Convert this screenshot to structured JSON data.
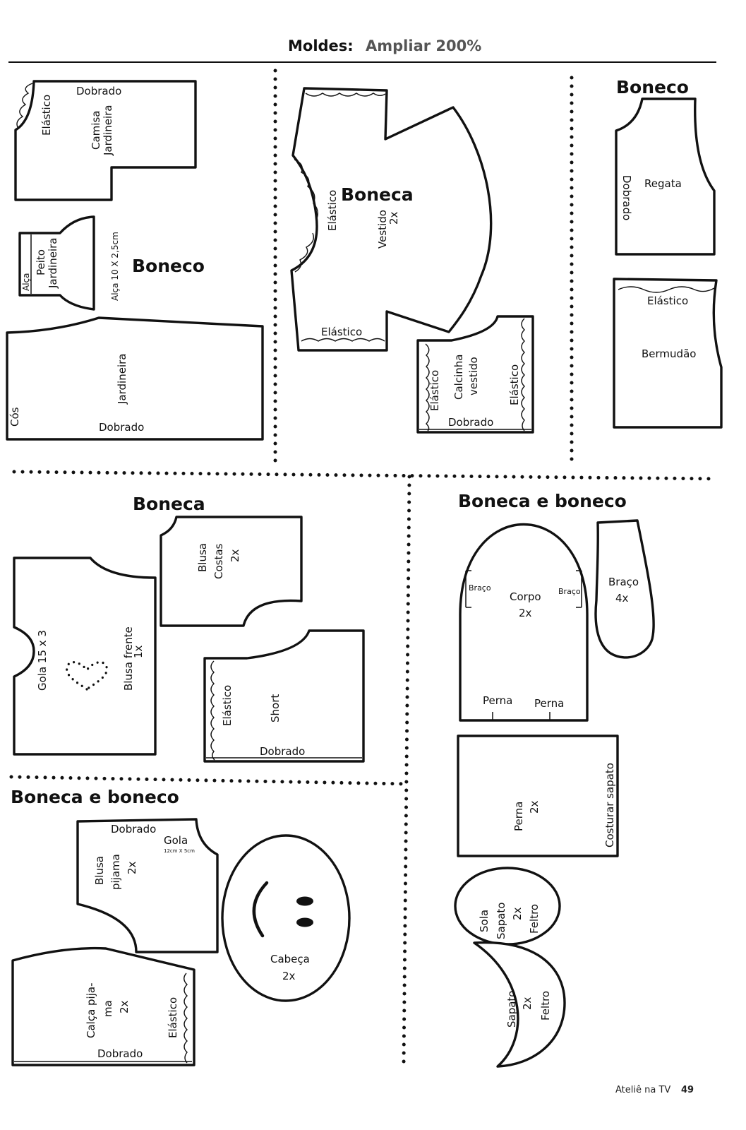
{
  "header": {
    "title": "Moldes:",
    "subtitle": "Ampliar 200%"
  },
  "footer": {
    "magazine": "Ateliê na TV",
    "page": "49"
  },
  "sections": {
    "s1": "Boneco",
    "s2": "Boneca",
    "s3": "Boneco",
    "s4": "Boneca",
    "s5": "Boneca e boneco",
    "s6": "Boneca e boneco"
  },
  "labels": {
    "camisa_dobrado": "Dobrado",
    "camisa_elastico": "Elástico",
    "camisa_name": "Camisa",
    "camisa_name2": "Jardineira",
    "peito_alca": "Alça",
    "peito_name": "Peito",
    "peito_name2": "Jardineira",
    "alca_size": "Alça 10 X 2,5cm",
    "jard_cos": "Cós",
    "jard_name": "Jardineira",
    "jard_dobrado": "Dobrado",
    "vest_elastico_side": "Elástico",
    "vest_name": "Vestido",
    "vest_qty": "2x",
    "vest_elastico_bottom": "Elástico",
    "calc_elastico_left": "Elástico",
    "calc_name": "Calcinha",
    "calc_name2": "vestido",
    "calc_elastico_right": "Elástico",
    "calc_dobrado": "Dobrado",
    "regata_dobrado": "Dobrado",
    "regata_name": "Regata",
    "berm_elastico": "Elástico",
    "berm_name": "Bermudão",
    "costas_name": "Blusa",
    "costas_name2": "Costas",
    "costas_qty": "2x",
    "frente_gola": "Gola 15 x 3",
    "frente_name": "Blusa frente",
    "frente_qty": "1x",
    "short_elastico": "Elástico",
    "short_name": "Short",
    "short_dobrado": "Dobrado",
    "corpo_braco_left": "Braço",
    "corpo_braco_right": "Braço",
    "corpo_name": "Corpo",
    "corpo_qty": "2x",
    "corpo_perna_left": "Perna",
    "corpo_perna_right": "Perna",
    "braco_name": "Braço",
    "braco_qty": "4x",
    "perna_name": "Perna",
    "perna_qty": "2x",
    "perna_costurar": "Costurar sapato",
    "sola_name": "Sola",
    "sola_name2": "Sapato",
    "sola_qty": "2x",
    "sola_feltro": "Feltro",
    "sapato_name": "Sapato",
    "sapato_qty": "2x",
    "sapato_feltro": "Feltro",
    "pijama_dobrado": "Dobrado",
    "pijama_gola": "Gola",
    "pijama_gola_size": "12cm X 5cm",
    "pijama_name": "Blusa",
    "pijama_name2": "pijama",
    "pijama_qty": "2x",
    "cabeca_name": "Cabeça",
    "cabeca_qty": "2x",
    "calca_name": "Calça pija-",
    "calca_name2": "ma",
    "calca_qty": "2x",
    "calca_elastico": "Elástico",
    "calca_dobrado": "Dobrado"
  },
  "colors": {
    "ink": "#111111",
    "paper": "#ffffff",
    "header_gray": "#555555"
  }
}
